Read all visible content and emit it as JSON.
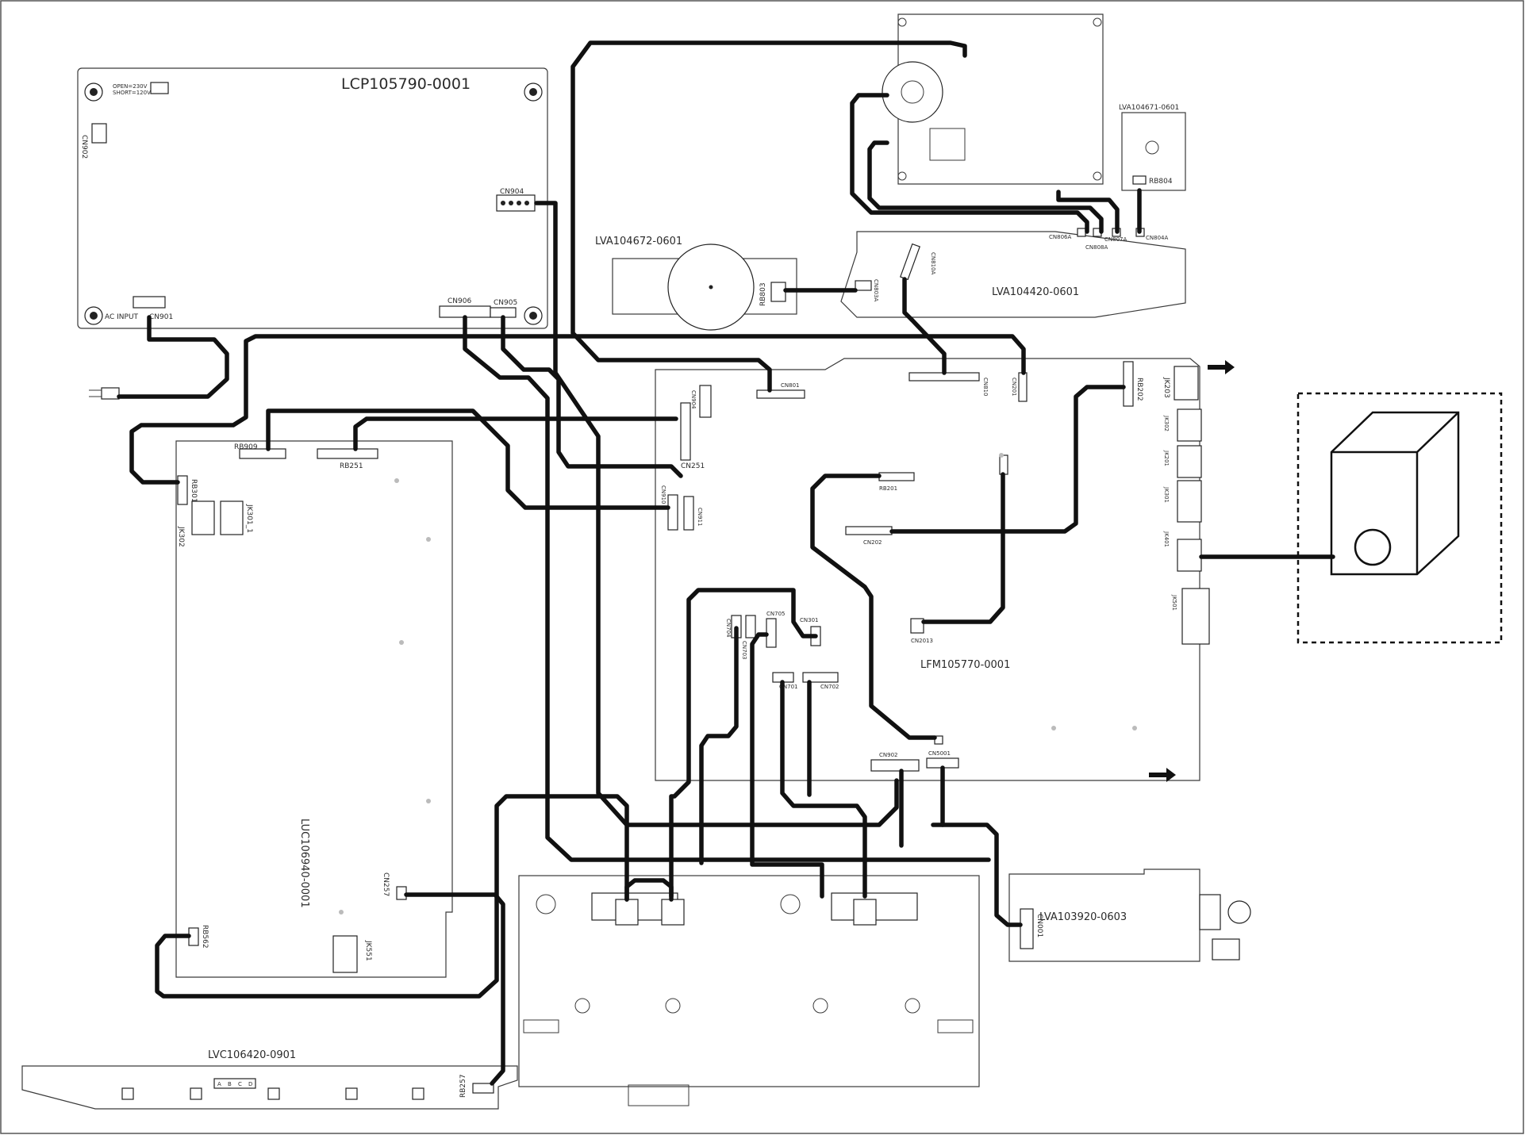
{
  "colors": {
    "wire": "#111111",
    "outline": "#3a3a3a",
    "background": "#ffffff",
    "pin": "#222222"
  },
  "boards": {
    "power": "LCP105790-0001",
    "power_note": "OPEN=230V\nSHORT=120V",
    "audio_amp": "LUC106940-0001",
    "main": "LFM105770-0001",
    "motor": "LVA104672-0601",
    "cd_servo": "LVA104420-0601",
    "pickup_sw": "LVA104671-0601",
    "front_panel": "LVC106420-0901",
    "tuner": "LVA103920-0603"
  },
  "connectors": {
    "cn901": "CN901",
    "ac_input": "AC INPUT",
    "cn902": "CN902",
    "cn904": "CN904",
    "cn905": "CN905",
    "cn906": "CN906",
    "rb909": "RB909",
    "rb251": "RB251",
    "rb301": "RB301",
    "jk301_1": "JK301_1",
    "jk302": "JK302",
    "cn257": "CN257",
    "rb562": "RB562",
    "jk551": "JK551",
    "cn801": "CN801",
    "cn810": "CN810",
    "cn201": "CN201",
    "rb202": "RB202",
    "jk203": "JK203",
    "jk302_main": "JK302",
    "jk201": "JK201",
    "jk301": "JK301",
    "jk401": "JK401",
    "jk501": "JK501",
    "cn904_main": "CN904",
    "cn251": "CN251",
    "cn910": "CN910",
    "cn911": "CN911",
    "rb201": "RB201",
    "cn202": "CN202",
    "cn704": "CN704",
    "cn703": "CN703",
    "cn705": "CN705",
    "cn301": "CN301",
    "cn701": "CN701",
    "cn702": "CN702",
    "cn2013": "CN2013",
    "cn902_main": "CN902",
    "cn5001": "CN5001",
    "cn806a": "CN806A",
    "cn808a": "CN808A",
    "cn807a": "CN807A",
    "cn804a": "CN804A",
    "rb804": "RB804",
    "rb803": "RB803",
    "cn803a": "CN803A",
    "cn810a": "CN810A",
    "cn001": "CN001",
    "rb257": "RB257"
  },
  "front_panel_keys": [
    "A",
    "B",
    "C",
    "D"
  ]
}
